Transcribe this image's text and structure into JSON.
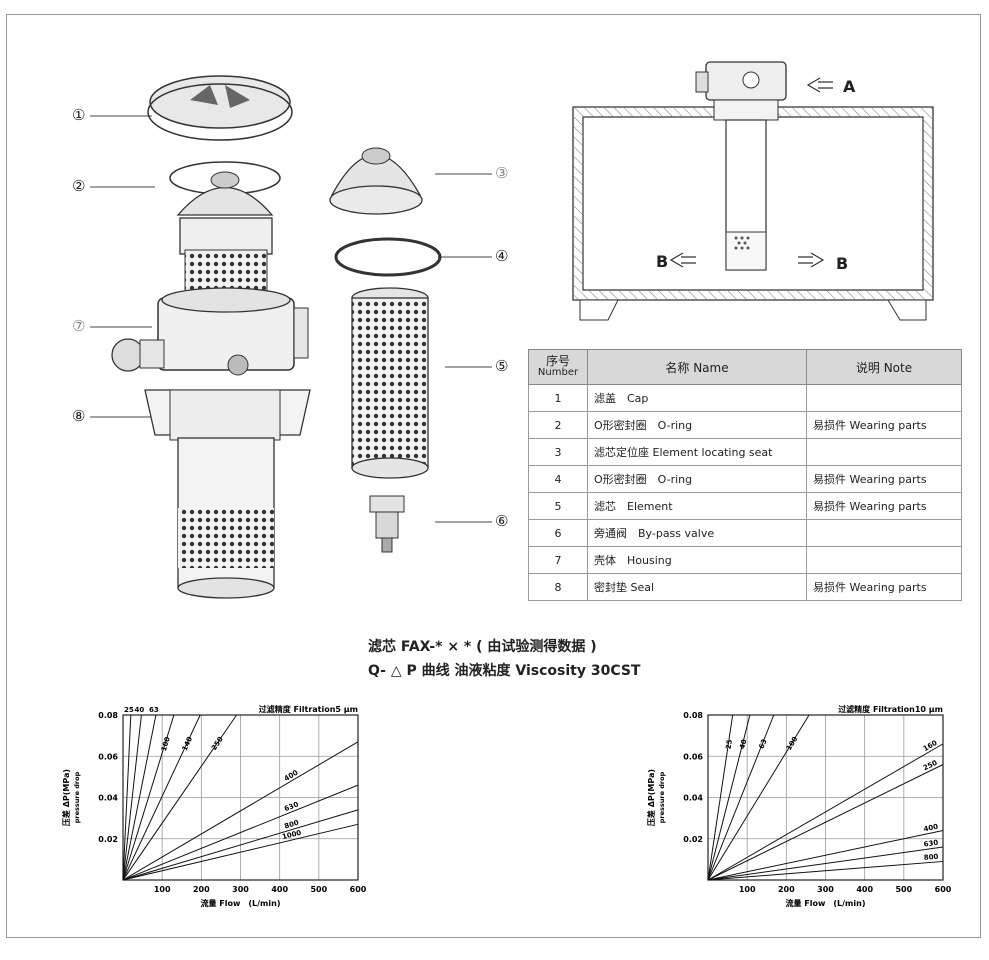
{
  "callouts": [
    "①",
    "②",
    "③",
    "④",
    "⑤",
    "⑥",
    "⑦",
    "⑧"
  ],
  "diagram_labels": {
    "a": "A",
    "b_left": "B",
    "b_right": "B"
  },
  "table": {
    "head": {
      "seq_cn": "序号",
      "seq_en": "Number",
      "name": "名称 Name",
      "note": "说明 Note"
    },
    "rows": [
      {
        "n": "1",
        "name": "滤盖　Cap",
        "note": ""
      },
      {
        "n": "2",
        "name": "O形密封圈　O-ring",
        "note": "易损件 Wearing parts"
      },
      {
        "n": "3",
        "name": "滤芯定位座 Element locating seat",
        "note": ""
      },
      {
        "n": "4",
        "name": "O形密封圈　O-ring",
        "note": "易损件 Wearing parts"
      },
      {
        "n": "5",
        "name": "滤芯　Element",
        "note": "易损件 Wearing parts"
      },
      {
        "n": "6",
        "name": "旁通阀　By-pass valve",
        "note": ""
      },
      {
        "n": "7",
        "name": "壳体　Housing",
        "note": ""
      },
      {
        "n": "8",
        "name": "密封垫 Seal",
        "note": "易损件 Wearing parts"
      }
    ]
  },
  "heading": {
    "line1": "滤芯 FAX-* × * ( 由试验测得数据 )",
    "line2": "Q- △ P 曲线 油液粘度 Viscosity 30CST"
  },
  "chart_data": [
    {
      "type": "line",
      "title": "过滤精度 Filtration5 μm",
      "xlabel": "流量 Flow　(L/min)",
      "ylabel": "压差 ΔP(MPa)",
      "ylabel2": "pressure drop",
      "xlim": [
        0,
        600
      ],
      "ylim": [
        0,
        0.08
      ],
      "xticks": [
        "100",
        "200",
        "300",
        "400",
        "500",
        "600"
      ],
      "yticks": [
        "0.02",
        "0.04",
        "0.06",
        "0.08"
      ],
      "grid": true,
      "series": [
        {
          "name": "25",
          "x": [
            0,
            20
          ],
          "y": [
            0,
            0.08
          ]
        },
        {
          "name": "40",
          "x": [
            0,
            47
          ],
          "y": [
            0,
            0.08
          ]
        },
        {
          "name": "63",
          "x": [
            0,
            84
          ],
          "y": [
            0,
            0.08
          ]
        },
        {
          "name": "100",
          "x": [
            0,
            130
          ],
          "y": [
            0,
            0.08
          ]
        },
        {
          "name": "140",
          "x": [
            0,
            197
          ],
          "y": [
            0,
            0.08
          ]
        },
        {
          "name": "250",
          "x": [
            0,
            290
          ],
          "y": [
            0,
            0.08
          ]
        },
        {
          "name": "400",
          "x": [
            0,
            600
          ],
          "y": [
            0,
            0.067
          ]
        },
        {
          "name": "630",
          "x": [
            0,
            600
          ],
          "y": [
            0,
            0.046
          ]
        },
        {
          "name": "800",
          "x": [
            0,
            600
          ],
          "y": [
            0,
            0.034
          ]
        },
        {
          "name": "1000",
          "x": [
            0,
            600
          ],
          "y": [
            0,
            0.027
          ]
        }
      ]
    },
    {
      "type": "line",
      "title": "过滤精度 Filtration10 μm",
      "xlabel": "流量 Flow　(L/min)",
      "ylabel": "压差 ΔP(MPa)",
      "ylabel2": "pressure drop",
      "xlim": [
        0,
        600
      ],
      "ylim": [
        0,
        0.08
      ],
      "xticks": [
        "100",
        "200",
        "300",
        "400",
        "500",
        "600"
      ],
      "yticks": [
        "0.02",
        "0.04",
        "0.06",
        "0.08"
      ],
      "grid": true,
      "series": [
        {
          "name": "25",
          "x": [
            0,
            63
          ],
          "y": [
            0,
            0.08
          ]
        },
        {
          "name": "40",
          "x": [
            0,
            107
          ],
          "y": [
            0,
            0.08
          ]
        },
        {
          "name": "63",
          "x": [
            0,
            168
          ],
          "y": [
            0,
            0.08
          ]
        },
        {
          "name": "100",
          "x": [
            0,
            258
          ],
          "y": [
            0,
            0.08
          ]
        },
        {
          "name": "160",
          "x": [
            0,
            600
          ],
          "y": [
            0,
            0.066
          ]
        },
        {
          "name": "250",
          "x": [
            0,
            600
          ],
          "y": [
            0,
            0.056
          ]
        },
        {
          "name": "400",
          "x": [
            0,
            600
          ],
          "y": [
            0,
            0.024
          ]
        },
        {
          "name": "630",
          "x": [
            0,
            600
          ],
          "y": [
            0,
            0.016
          ]
        },
        {
          "name": "800",
          "x": [
            0,
            600
          ],
          "y": [
            0,
            0.009
          ]
        }
      ]
    }
  ]
}
